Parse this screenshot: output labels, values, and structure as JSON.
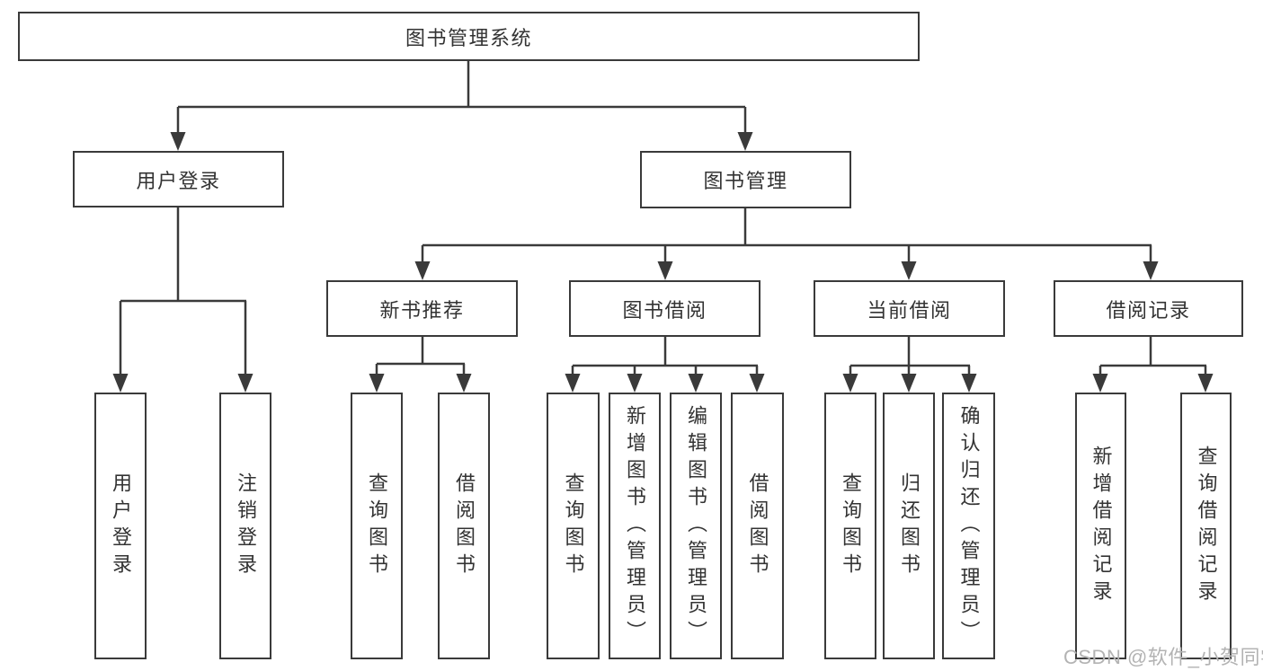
{
  "diagram": {
    "root": {
      "label": "图书管理系统"
    },
    "branches": [
      {
        "label": "用户登录",
        "children": [
          {
            "label": "用户登录"
          },
          {
            "label": "注销登录"
          }
        ]
      },
      {
        "label": "图书管理",
        "children": [
          {
            "label": "新书推荐",
            "children": [
              {
                "label": "查询图书"
              },
              {
                "label": "借阅图书"
              }
            ]
          },
          {
            "label": "图书借阅",
            "children": [
              {
                "label": "查询图书"
              },
              {
                "label": "新增图书（管理员）"
              },
              {
                "label": "编辑图书（管理员）"
              },
              {
                "label": "借阅图书"
              }
            ]
          },
          {
            "label": "当前借阅",
            "children": [
              {
                "label": "查询图书"
              },
              {
                "label": "归还图书"
              },
              {
                "label": "确认归还（管理员）"
              }
            ]
          },
          {
            "label": "借阅记录",
            "children": [
              {
                "label": "新增借阅记录"
              },
              {
                "label": "查询借阅记录"
              }
            ]
          }
        ]
      }
    ],
    "colors": {
      "line": "#3a3a3a",
      "text": "#333333",
      "watermark": "#b3b3b3"
    },
    "watermark": {
      "text": "CSDN @软件_小贺同学"
    }
  }
}
